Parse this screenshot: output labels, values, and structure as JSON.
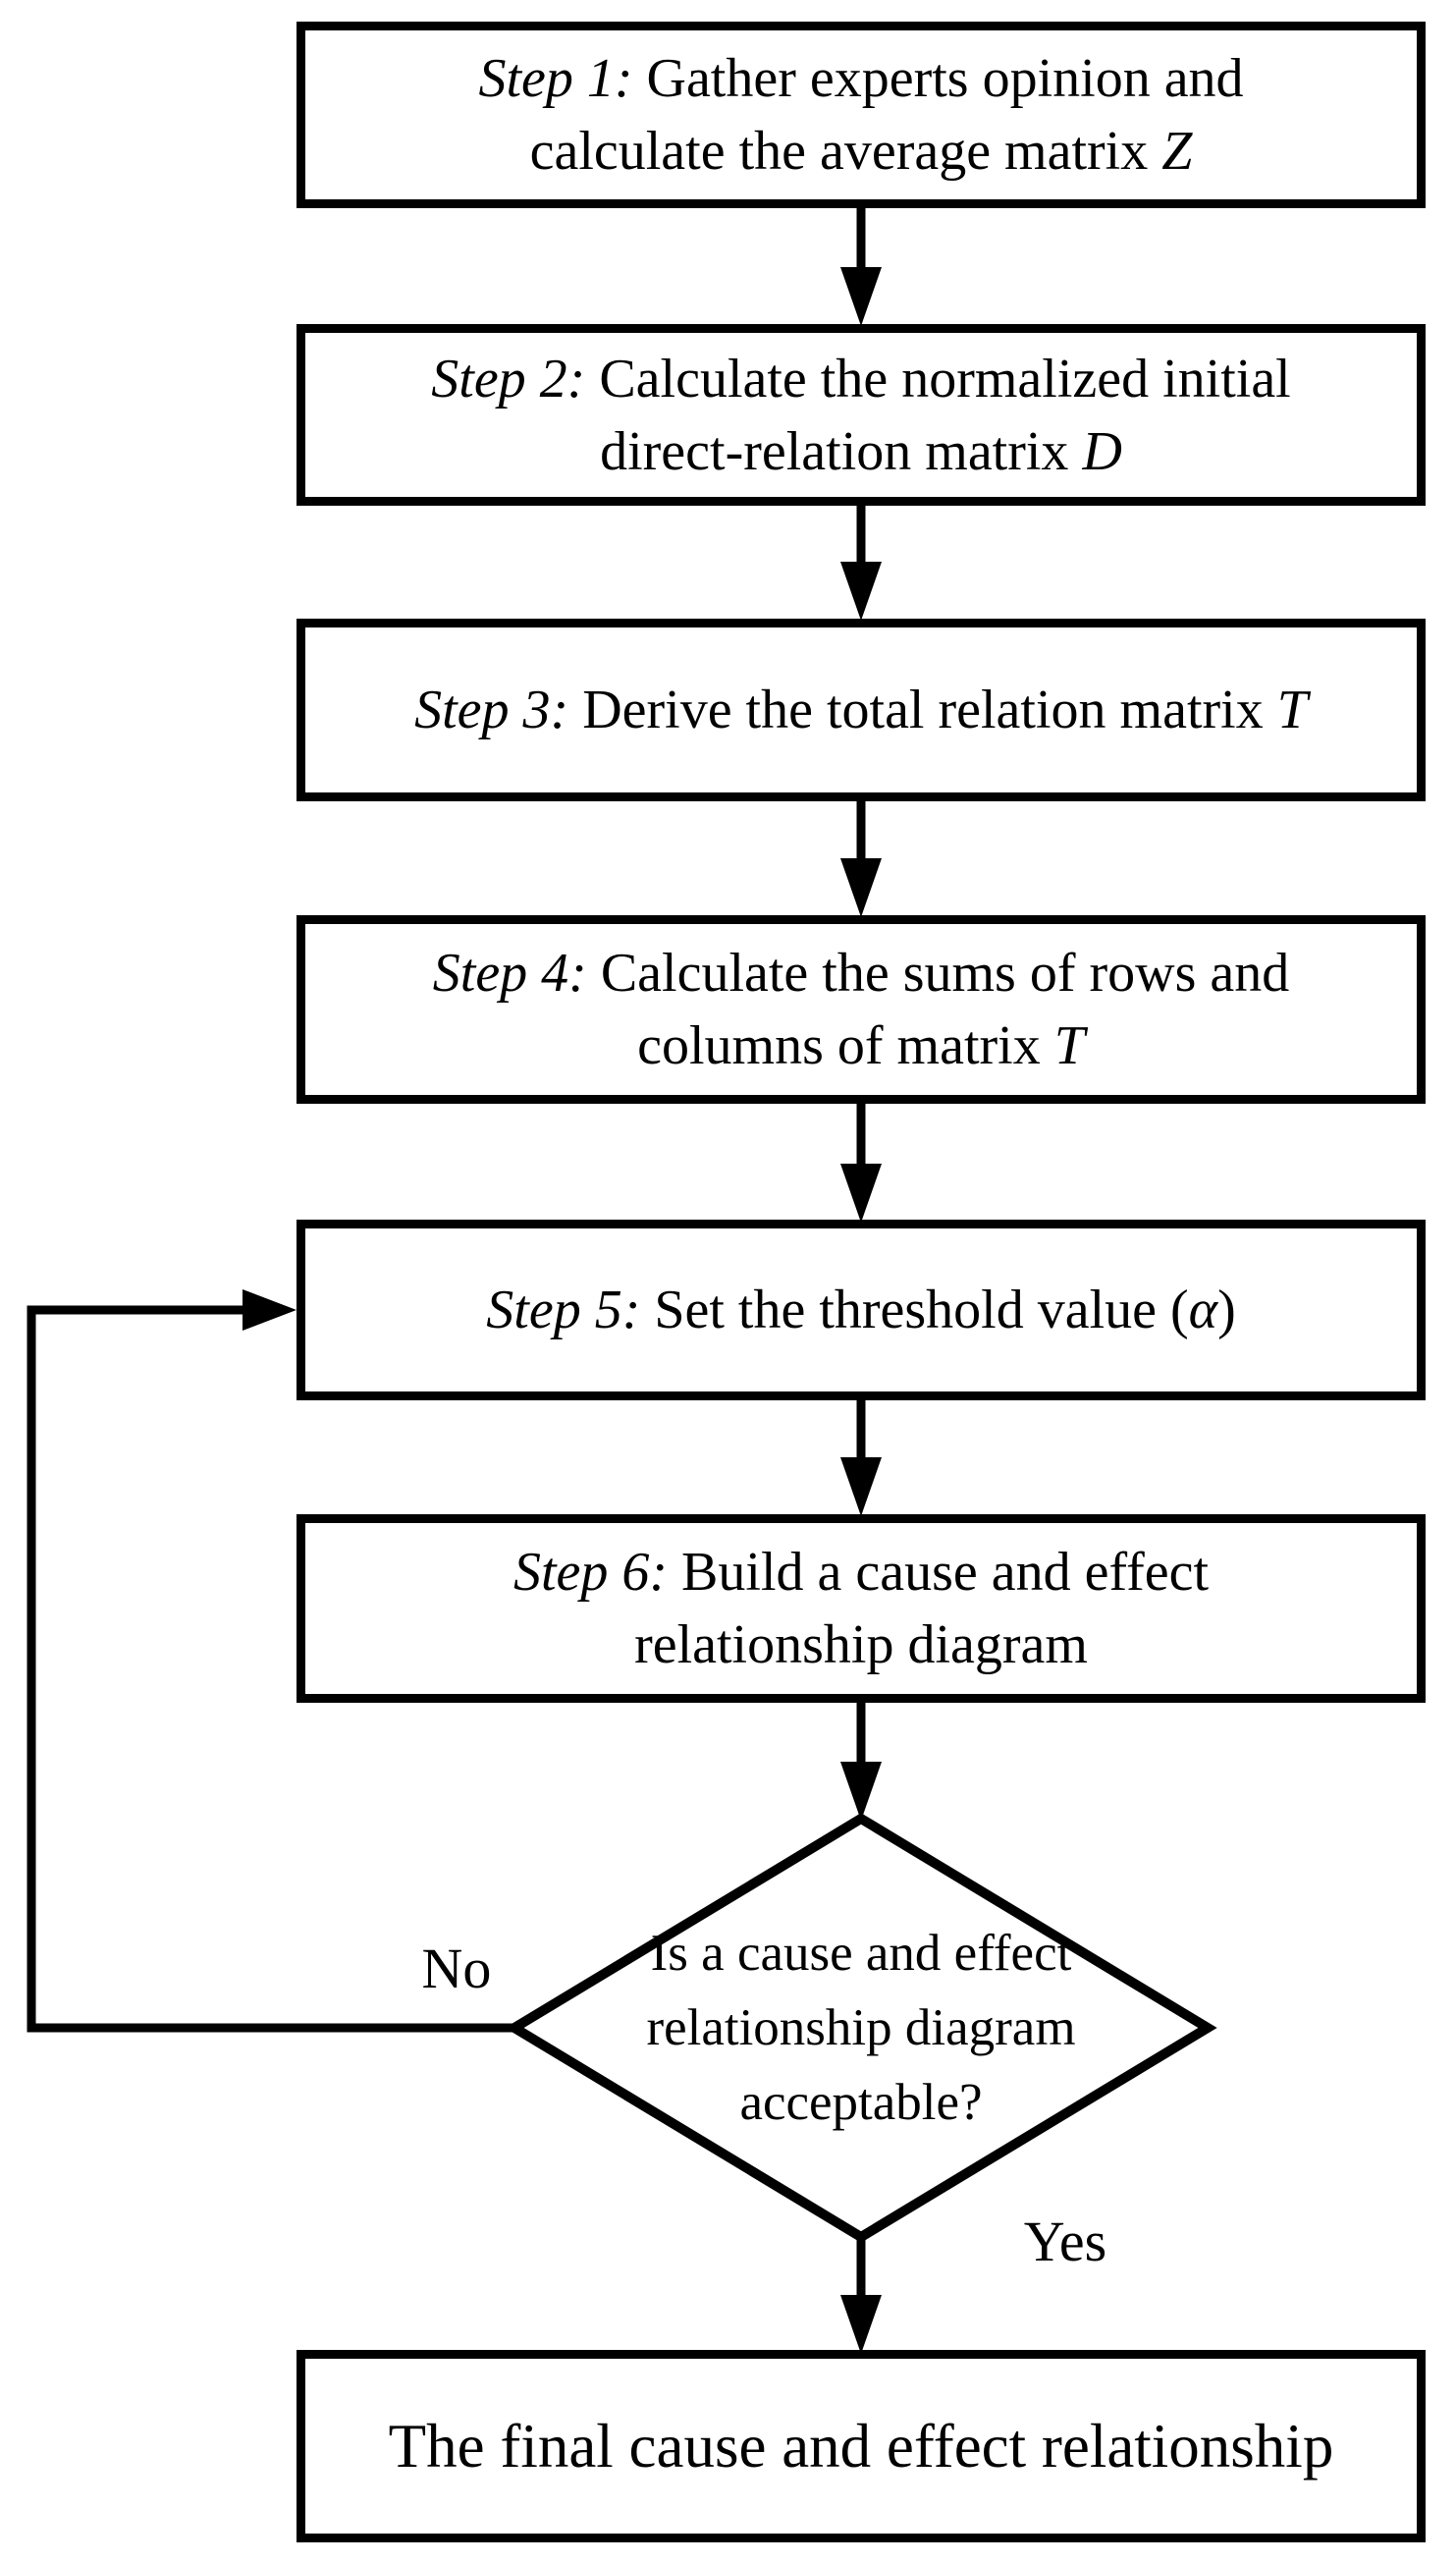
{
  "colors": {
    "background": "#ffffff",
    "ink": "#000000"
  },
  "steps": [
    {
      "name": "step1",
      "lines": [
        {
          "prefix": "Step 1:",
          "body": " Gather experts opinion and",
          "variable": "",
          "closing": ""
        },
        {
          "prefix": "",
          "body": "calculate the average matrix ",
          "variable": "Z",
          "closing": ""
        }
      ]
    },
    {
      "name": "step2",
      "lines": [
        {
          "prefix": "Step 2:",
          "body": " Calculate the normalized initial",
          "variable": "",
          "closing": ""
        },
        {
          "prefix": "",
          "body": "direct-relation matrix ",
          "variable": "D",
          "closing": ""
        }
      ]
    },
    {
      "name": "step3",
      "lines": [
        {
          "prefix": "Step 3:",
          "body": " Derive the total relation matrix ",
          "variable": "T",
          "closing": ""
        }
      ]
    },
    {
      "name": "step4",
      "lines": [
        {
          "prefix": "Step 4:",
          "body": " Calculate the sums of rows and",
          "variable": "",
          "closing": ""
        },
        {
          "prefix": "",
          "body": "columns of matrix ",
          "variable": "T",
          "closing": ""
        }
      ]
    },
    {
      "name": "step5",
      "lines": [
        {
          "prefix": "Step 5:",
          "body": " Set the threshold value (",
          "variable": "α",
          "closing": ")"
        }
      ]
    },
    {
      "name": "step6",
      "lines": [
        {
          "prefix": "Step 6:",
          "body": " Build a cause and effect",
          "variable": "",
          "closing": ""
        },
        {
          "prefix": "",
          "body": "relationship diagram",
          "variable": "",
          "closing": ""
        }
      ]
    }
  ],
  "decision": {
    "lines": [
      "Is a cause and effect",
      "relationship diagram",
      "acceptable?"
    ]
  },
  "final_box": {
    "text": "The final cause and effect relationship"
  },
  "edge_labels": {
    "no": "No",
    "yes": "Yes"
  }
}
